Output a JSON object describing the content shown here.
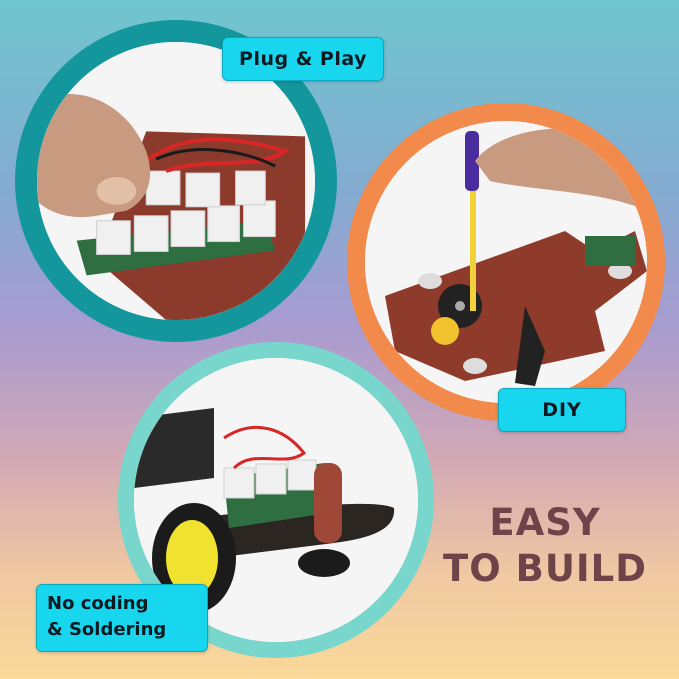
{
  "labels": {
    "plug_and_play": "Plug & Play",
    "diy": "DIY",
    "no_coding_line1": "No coding",
    "no_coding_line2": "& Soldering"
  },
  "headline": {
    "line1": "EASY",
    "line2": "TO BUILD"
  },
  "colors": {
    "label_bg": "#19d6ef",
    "headline": "#6e4349",
    "ring_teal_dark": "#13979d",
    "ring_orange": "#f28a4b",
    "ring_teal_light": "#79d6cc"
  }
}
